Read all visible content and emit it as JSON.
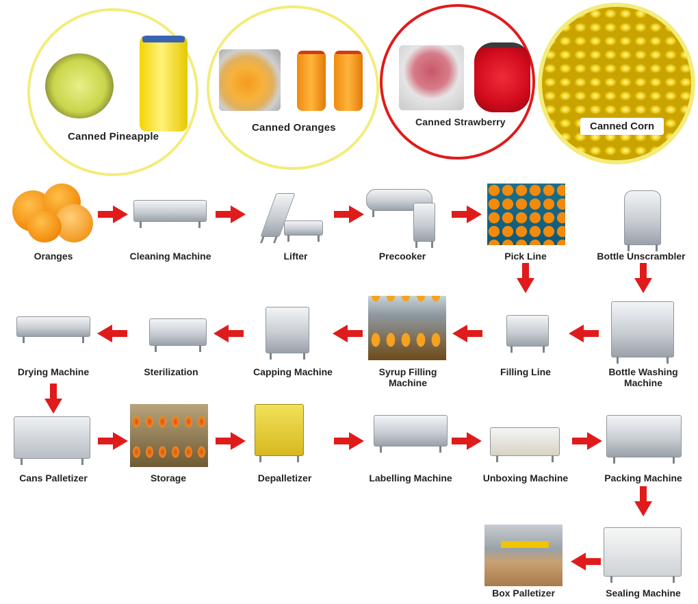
{
  "products": [
    {
      "name": "canned-pineapple",
      "label": "Canned Pineapple",
      "ring": "#f3ec7a"
    },
    {
      "name": "canned-oranges",
      "label": "Canned Oranges",
      "ring": "#f3ec7a"
    },
    {
      "name": "canned-strawberry",
      "label": "Canned Strawberry",
      "ring": "#e01b1b"
    },
    {
      "name": "canned-corn",
      "label": "Canned Corn",
      "ring": "#f3ec7a"
    }
  ],
  "steps": {
    "oranges": "Oranges",
    "cleaning_machine": "Cleaning Machine",
    "lifter": "Lifter",
    "precooker": "Precooker",
    "pick_line": "Pick Line",
    "bottle_unscrambler": "Bottle Unscrambler",
    "drying_machine": "Drying Machine",
    "sterilization": "Sterilization",
    "capping_machine": "Capping Machine",
    "syrup_filling_machine_1": "Syrup Filling",
    "syrup_filling_machine_2": "Machine",
    "filling_line": "Filling Line",
    "bottle_washing_machine_1": "Bottle Washing",
    "bottle_washing_machine_2": "Machine",
    "cans_palletizer": "Cans Palletizer",
    "storage": "Storage",
    "depalletizer": "Depalletizer",
    "labelling_machine": "Labelling Machine",
    "unboxing_machine": "Unboxing Machine",
    "packing_machine": "Packing Machine",
    "sealing_machine": "Sealing Machine",
    "box_palletizer": "Box Palletizer"
  },
  "colors": {
    "arrow": "#e01b1b",
    "ring_yellow": "#f3ec7a",
    "ring_red": "#e01b1b"
  }
}
